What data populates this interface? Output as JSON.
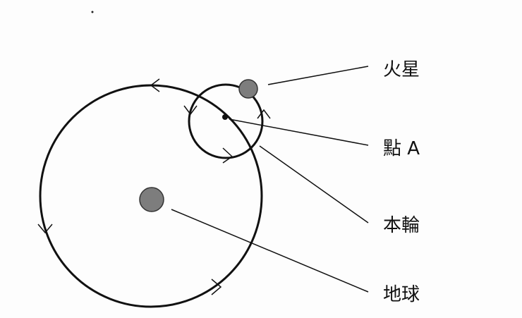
{
  "labels": {
    "mars": "火星",
    "point_a": "點 A",
    "epicycle": "本輪",
    "earth": "地球"
  },
  "colors": {
    "line": "#111111",
    "body_fill": "#7d7d7d",
    "background": "#fdfdfd"
  }
}
